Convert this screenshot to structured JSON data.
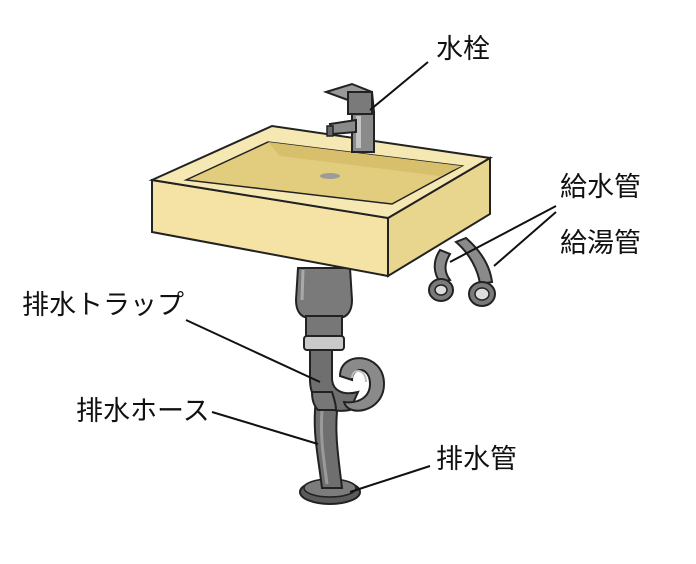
{
  "labels": {
    "faucet": "水栓",
    "water_supply_pipe": "給水管",
    "hot_water_pipe": "給湯管",
    "drain_trap": "排水トラップ",
    "drain_hose": "排水ホース",
    "drain_pipe": "排水管"
  },
  "colors": {
    "basin_body": "#f4e3a4",
    "basin_inner": "#e9d48a",
    "metal_dark": "#6a6a6a",
    "metal_mid": "#8e8e8e",
    "metal_light": "#b9b9b9",
    "outline": "#222222"
  }
}
